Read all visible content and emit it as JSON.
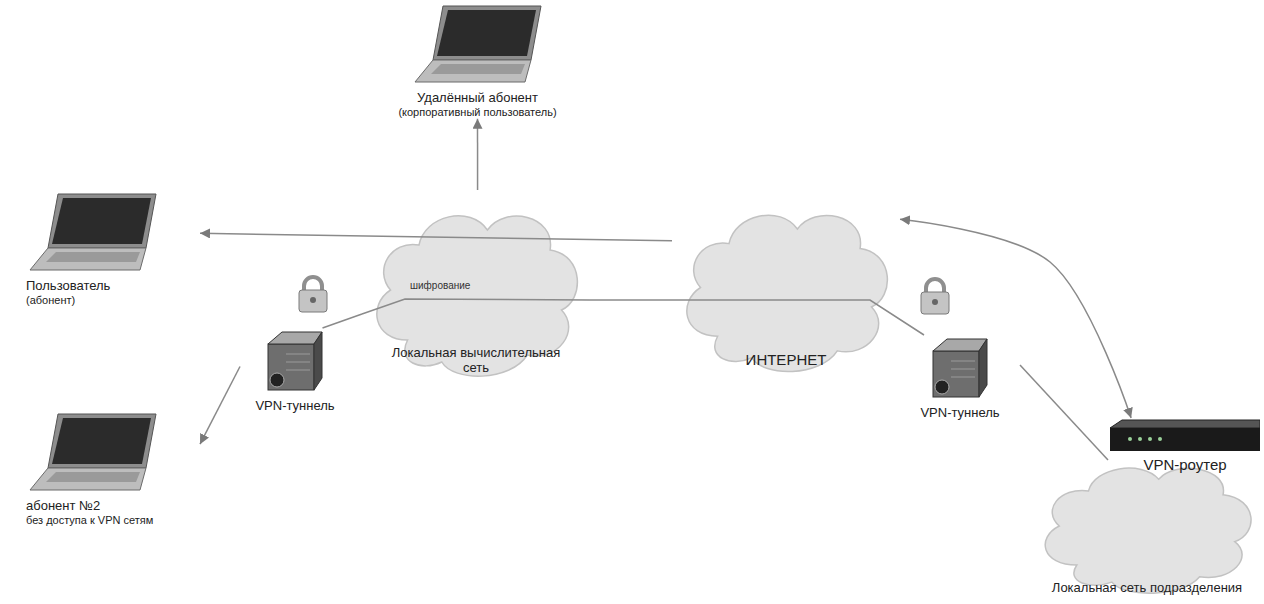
{
  "diagram": {
    "nodes": [
      {
        "text": [
          "Удалённый абонент",
          "(корпоративный пользователь)"
        ]
      },
      {
        "text": [
          "Пользователь",
          "(абонент)"
        ]
      },
      {
        "text": [
          "абонент №2",
          "без доступа к VPN сетям"
        ]
      },
      {
        "text": [
          "Локальная вычислительная сеть"
        ]
      },
      {
        "text": [
          "ИНТЕРНЕТ"
        ]
      },
      {
        "text": [
          "VPN-туннель"
        ]
      },
      {
        "text": [
          "VPN-туннель"
        ]
      },
      {
        "text": [
          "VPN-роутер"
        ]
      },
      {
        "text": [
          "Локальная сеть подразделения"
        ]
      }
    ],
    "edges": [
      {
        "from": 4,
        "to": 1,
        "arrow": "to"
      },
      {
        "from": 3,
        "to": 0,
        "arrow": "to"
      },
      {
        "from": 5,
        "to": 3,
        "arrow": "none"
      },
      {
        "from": 3,
        "to": 6,
        "arrow": "none"
      },
      {
        "from": 6,
        "to": 7,
        "arrow": "none"
      },
      {
        "from": 4,
        "to": 7,
        "arrow": "both"
      },
      {
        "from": 5,
        "to": 2,
        "arrow": "to"
      }
    ],
    "labels": [
      "шифрование"
    ]
  }
}
